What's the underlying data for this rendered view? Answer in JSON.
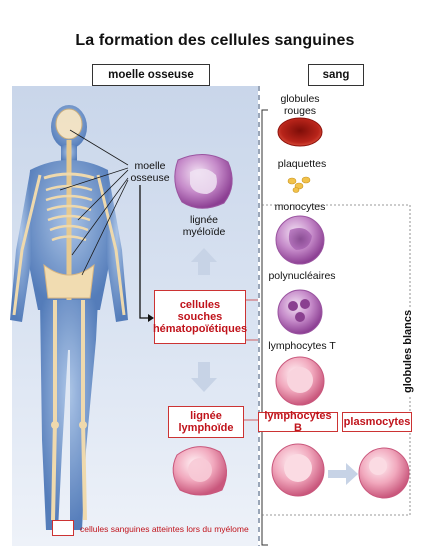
{
  "title": "La formation des cellules sanguines",
  "headers": {
    "marrow": "moelle osseuse",
    "blood": "sang"
  },
  "body": {
    "marrow_label_1": "moelle",
    "marrow_label_2": "osseuse"
  },
  "lineages": {
    "myeloid_1": "lignée",
    "myeloid_2": "myéloïde",
    "stem_1": "cellules",
    "stem_2": "souches",
    "stem_3": "hématopoïétiques",
    "lymphoid_1": "lignée",
    "lymphoid_2": "lymphoïde"
  },
  "blood_cells": {
    "rbc_1": "globules",
    "rbc_2": "rouges",
    "platelets": "plaquettes",
    "monocytes": "monocytes",
    "polynuclear": "polynucléaires",
    "t_lymph": "lymphocytes T",
    "b_lymph": "lymphocytes B",
    "plasmocytes": "plasmocytes"
  },
  "white_cells_label": "globules blancs",
  "legend": "cellules sanguines atteintes lors du myélome",
  "colors": {
    "accent_red": "#c0131b",
    "cell_purple": "#a24ea8",
    "cell_pink": "#e88aa6",
    "rbc_red": "#b51a12"
  }
}
